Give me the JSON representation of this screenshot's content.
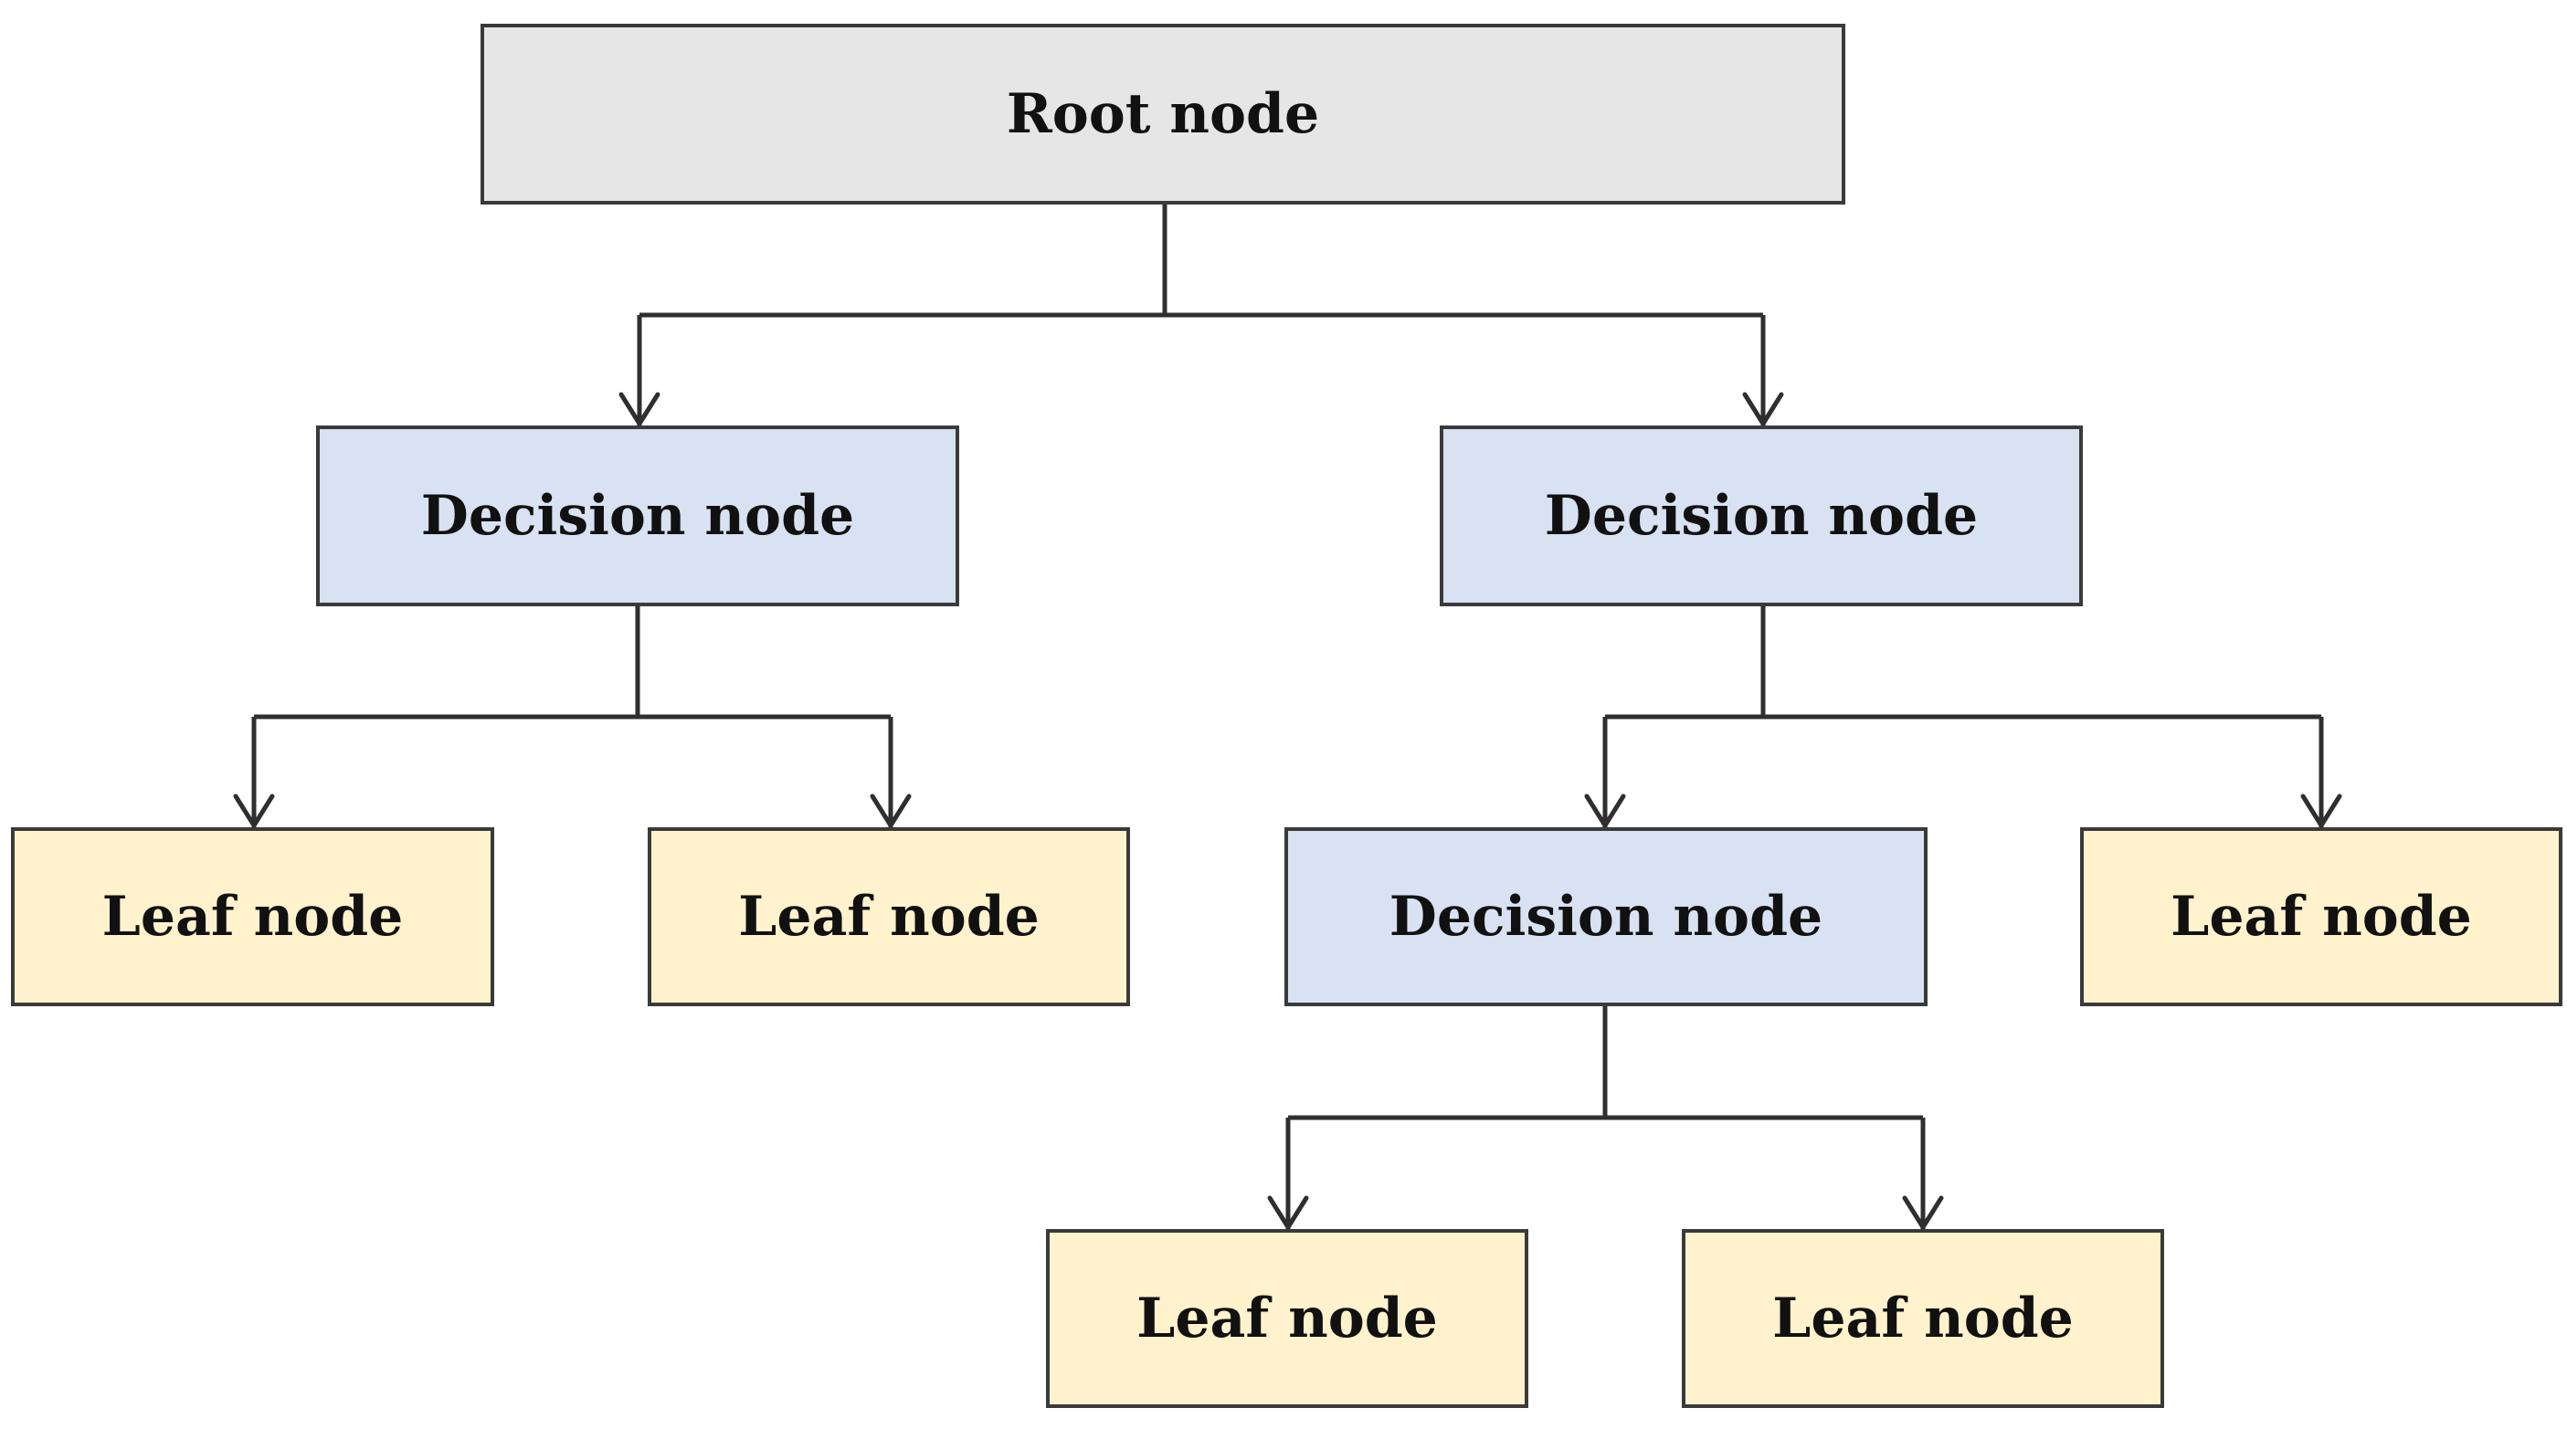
{
  "diagram": {
    "type": "tree",
    "nodes": [
      {
        "id": "root",
        "kind": "root",
        "label": "Root node"
      },
      {
        "id": "decision-left",
        "kind": "decision",
        "label": "Decision node"
      },
      {
        "id": "decision-right",
        "kind": "decision",
        "label": "Decision node"
      },
      {
        "id": "leaf-left-1",
        "kind": "leaf",
        "label": "Leaf node"
      },
      {
        "id": "leaf-left-2",
        "kind": "leaf",
        "label": "Leaf node"
      },
      {
        "id": "decision-mid",
        "kind": "decision",
        "label": "Decision node"
      },
      {
        "id": "leaf-right",
        "kind": "leaf",
        "label": "Leaf node"
      },
      {
        "id": "leaf-bottom-1",
        "kind": "leaf",
        "label": "Leaf node"
      },
      {
        "id": "leaf-bottom-2",
        "kind": "leaf",
        "label": "Leaf node"
      }
    ],
    "edges": [
      {
        "from": "root",
        "to": "decision-left"
      },
      {
        "from": "root",
        "to": "decision-right"
      },
      {
        "from": "decision-left",
        "to": "leaf-left-1"
      },
      {
        "from": "decision-left",
        "to": "leaf-left-2"
      },
      {
        "from": "decision-right",
        "to": "decision-mid"
      },
      {
        "from": "decision-right",
        "to": "leaf-right"
      },
      {
        "from": "decision-mid",
        "to": "leaf-bottom-1"
      },
      {
        "from": "decision-mid",
        "to": "leaf-bottom-2"
      }
    ],
    "colors": {
      "root": "#e6e6e6",
      "decision": "#d9e2f3",
      "leaf": "#fff2cc",
      "stroke": "#3a3a3a",
      "connector": "#2f2f2f",
      "text": "#111111"
    }
  }
}
